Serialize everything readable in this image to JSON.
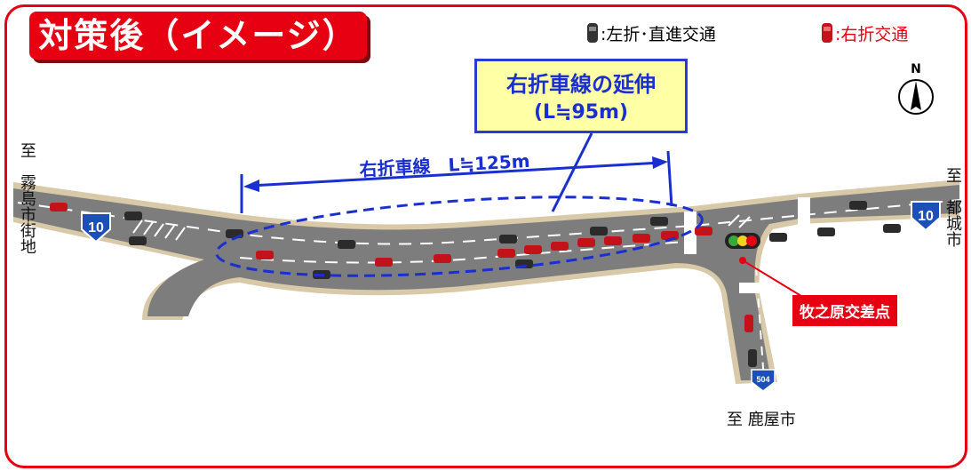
{
  "title": "対策後（イメージ）",
  "legend": {
    "straight_label": ":左折･直進交通",
    "right_label": ":右折交通",
    "straight_color": "#333333",
    "right_color": "#c4121a"
  },
  "callout": {
    "line1": "右折車線の延伸",
    "line2": "(L≒95m)"
  },
  "lane_label": "右折車線　L≒125m",
  "destinations": {
    "west": "至　霧島市街地",
    "east": "至　都城市",
    "south": "至 鹿屋市"
  },
  "route_numbers": {
    "west": "10",
    "east": "10",
    "south": "504"
  },
  "intersection": "牧之原交差点",
  "north": "N",
  "colors": {
    "accent": "#e60012",
    "blue": "#1a2fd0",
    "road": "#7d7d7d",
    "shoulder": "#d8c9a8",
    "callout_bg": "#ffffa6"
  }
}
